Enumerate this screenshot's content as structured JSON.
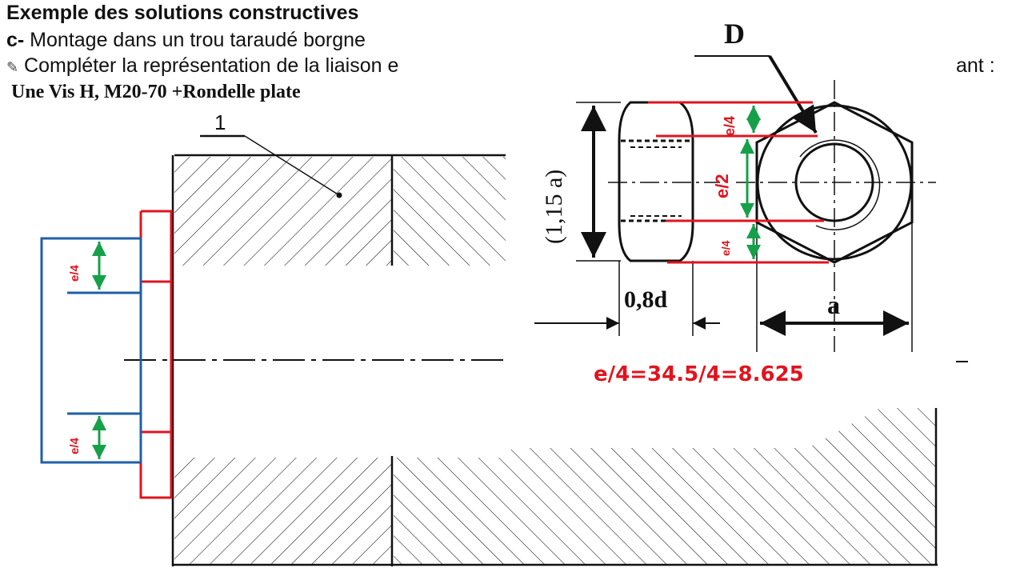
{
  "header": {
    "title": "Exemple des solutions constructives",
    "item_letter": "c-",
    "item_text": " Montage dans un trou taraudé borgne",
    "instruction_icon": "pencil-icon",
    "instruction_text": "Compléter la représentation de la liaison e",
    "instruction_end": "ant :",
    "subtitle": "Une Vis H, M20-70  +Rondelle plate"
  },
  "drawing": {
    "part_label": "1",
    "label_D": "D",
    "label_height": "(1,15 a)",
    "label_thickness": "0,8d",
    "label_a": "a",
    "label_e4": "e/4",
    "label_e2": "e/2",
    "formula": "e/4=34.5/4=8.625"
  },
  "colors": {
    "annotation_red": "#e0141e",
    "dimension_green": "#16a04a",
    "washer_blue": "#1f5fa8",
    "line_black": "#111111"
  }
}
